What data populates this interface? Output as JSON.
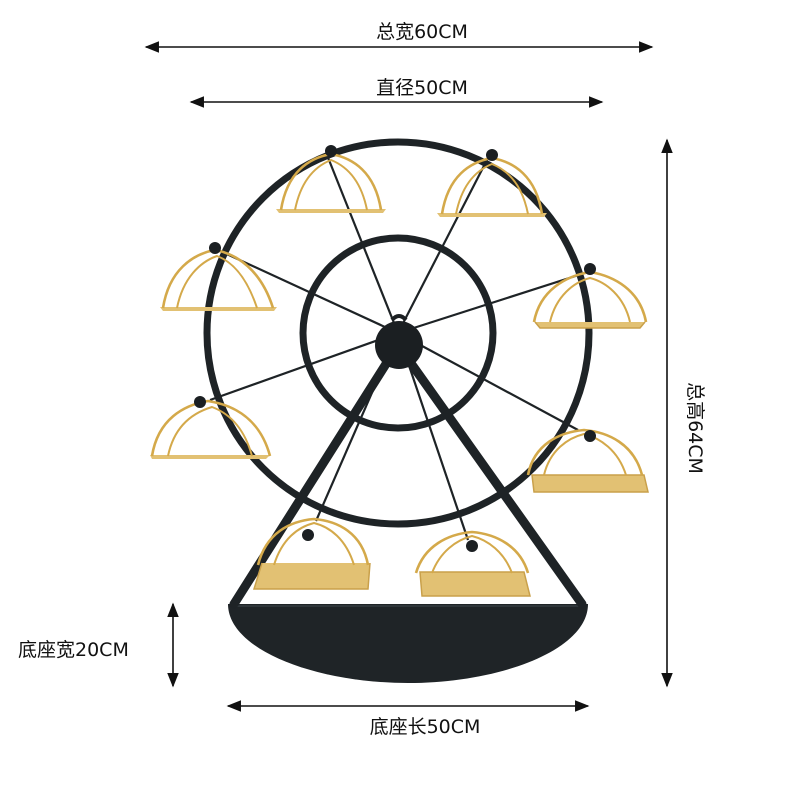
{
  "dimensions": {
    "total_width": "总宽60CM",
    "diameter": "直径50CM",
    "total_height": "总高64CM",
    "base_width": "底座宽20CM",
    "base_length": "底座长50CM"
  },
  "colors": {
    "frame": "#1e2326",
    "gold": "#d4a94a",
    "gold_fill": "#e2c173",
    "arrow": "#111111",
    "background": "#ffffff"
  }
}
